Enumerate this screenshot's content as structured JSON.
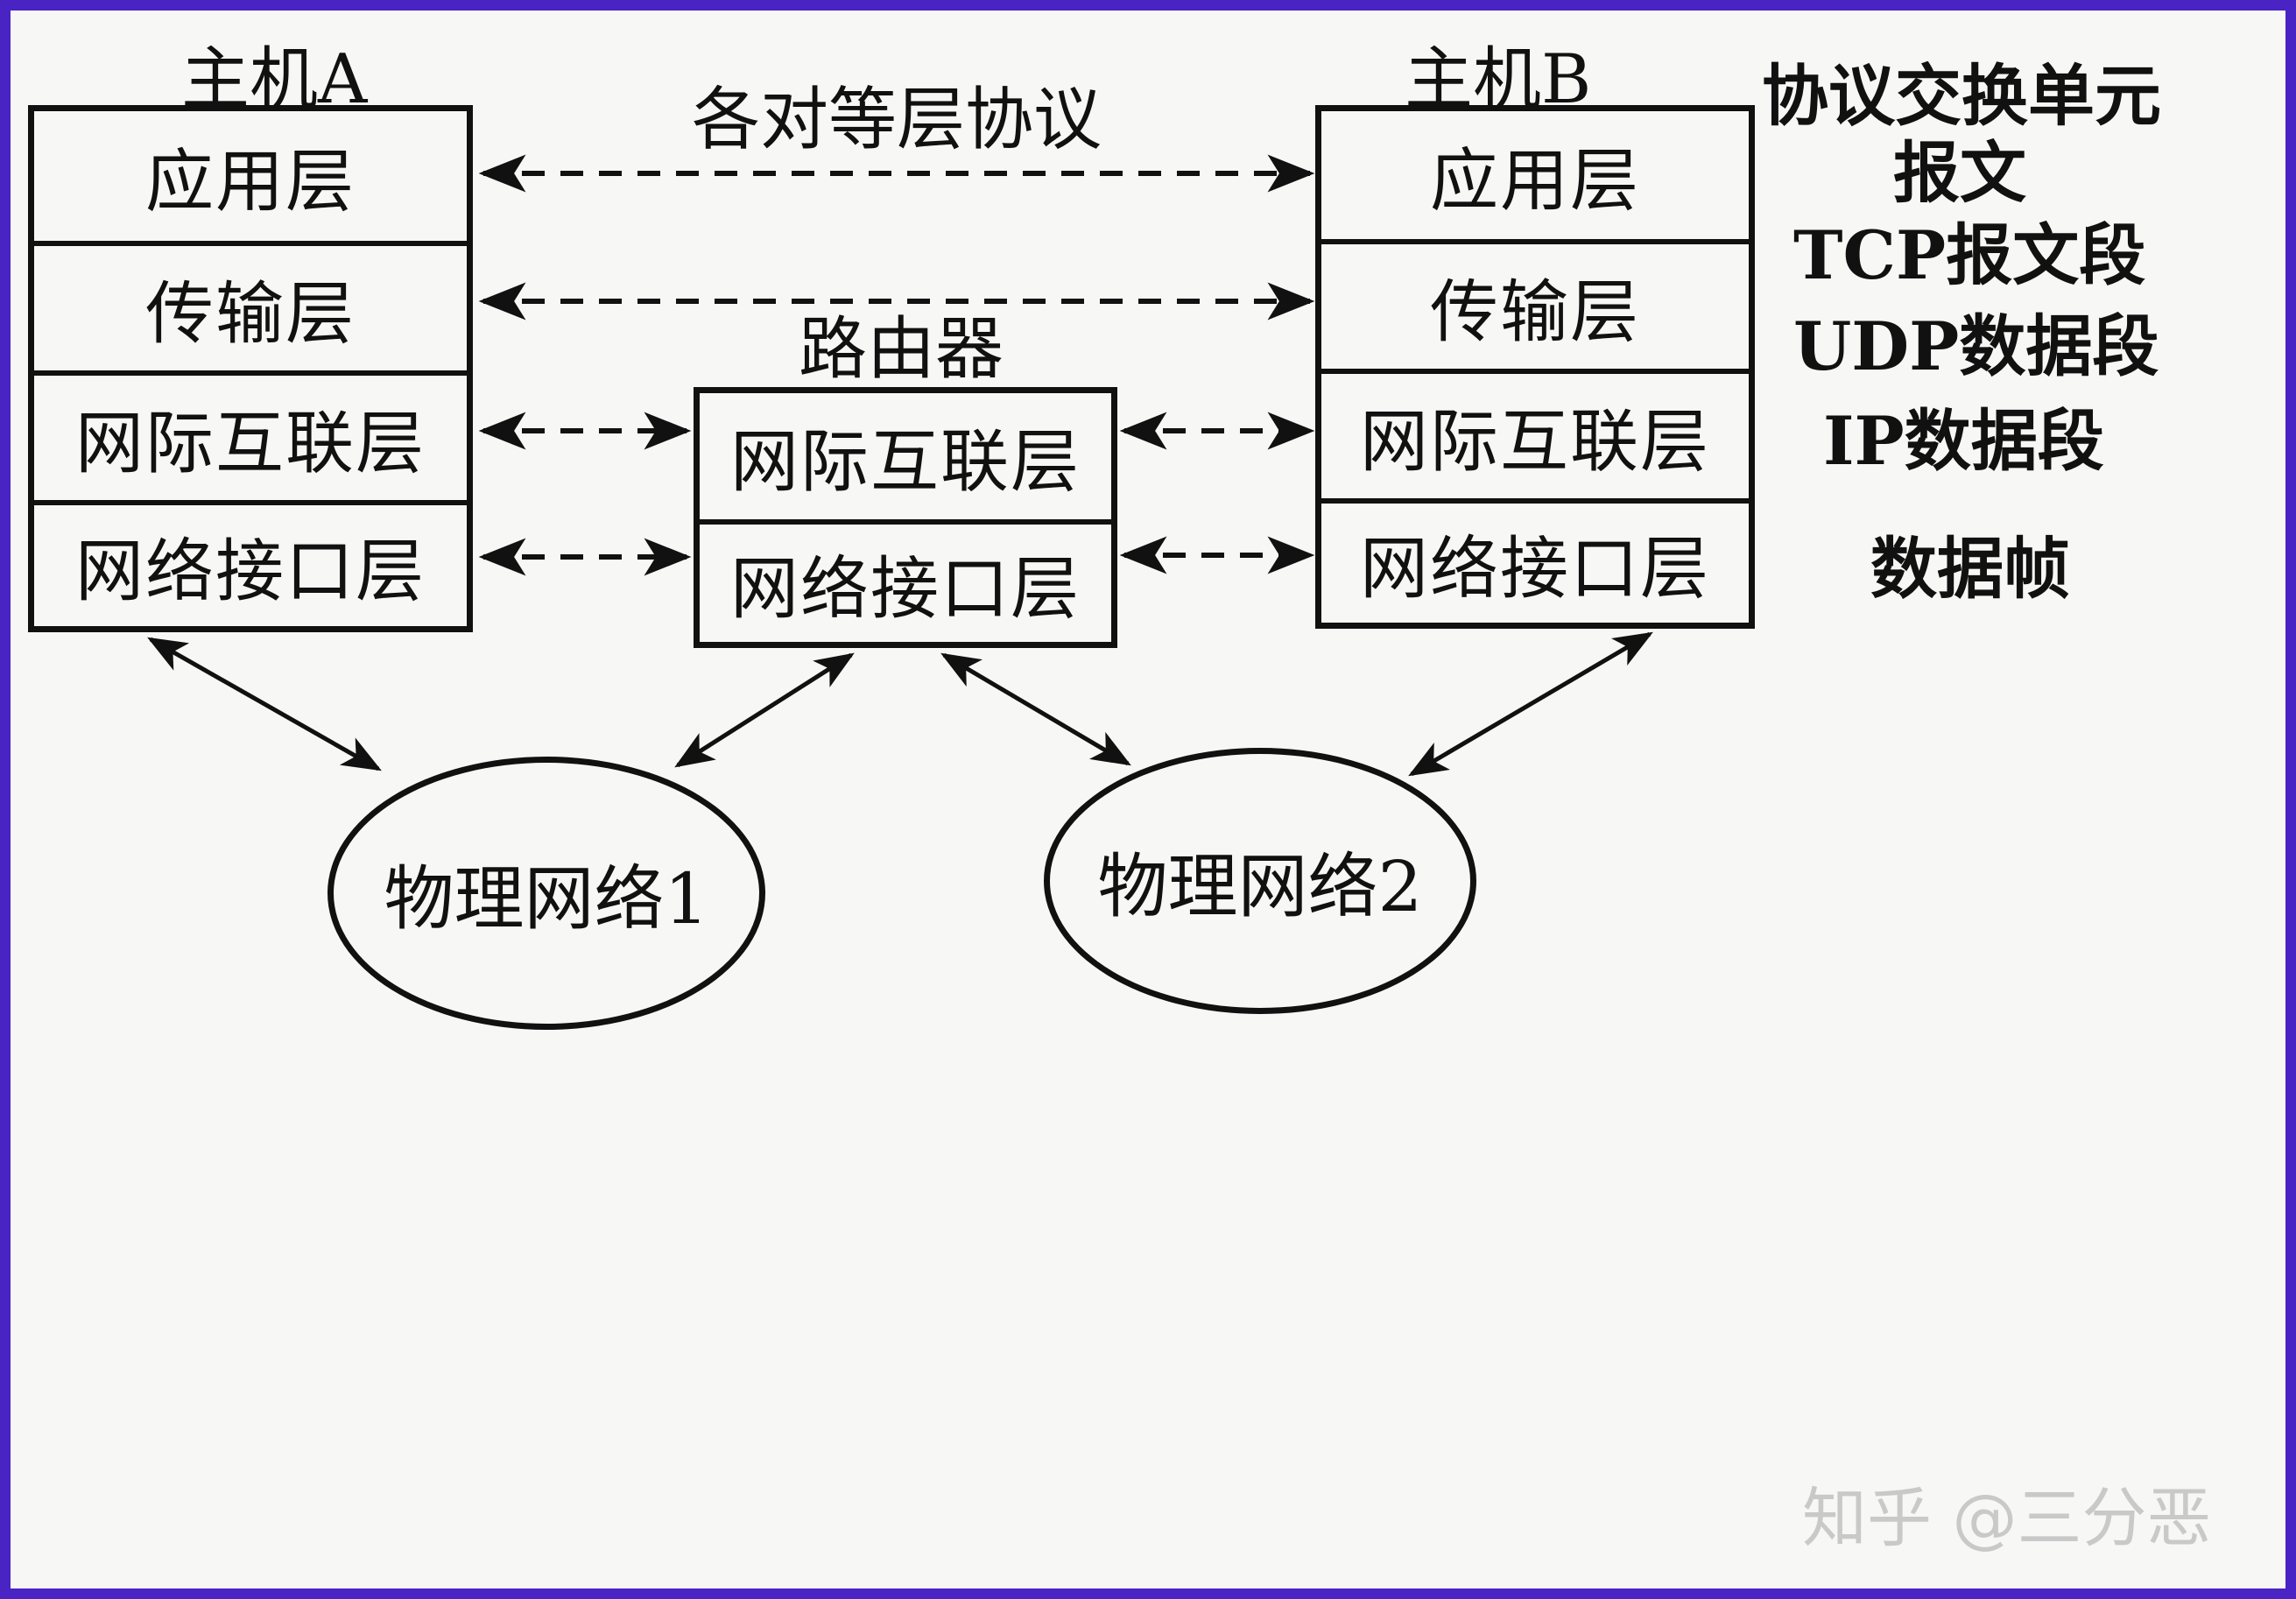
{
  "host_a": {
    "title": "主机A",
    "layers": [
      "应用层",
      "传输层",
      "网际互联层",
      "网络接口层"
    ]
  },
  "host_b": {
    "title": "主机B",
    "layers": [
      "应用层",
      "传输层",
      "网际互联层",
      "网络接口层"
    ]
  },
  "router": {
    "title": "路由器",
    "layers": [
      "网际互联层",
      "网络接口层"
    ]
  },
  "peer_protocol_label": "各对等层协议",
  "pdu_header": "协议交换单元",
  "pdu_units": [
    "报文",
    "TCP报文段",
    "UDP数据段",
    "IP数据段",
    "数据帧"
  ],
  "networks": [
    "物理网络1",
    "物理网络2"
  ],
  "watermark": "知乎 @三分恶",
  "colors": {
    "ink": "#111111",
    "paper": "#f7f7f5",
    "frame": "#4a23c4"
  }
}
